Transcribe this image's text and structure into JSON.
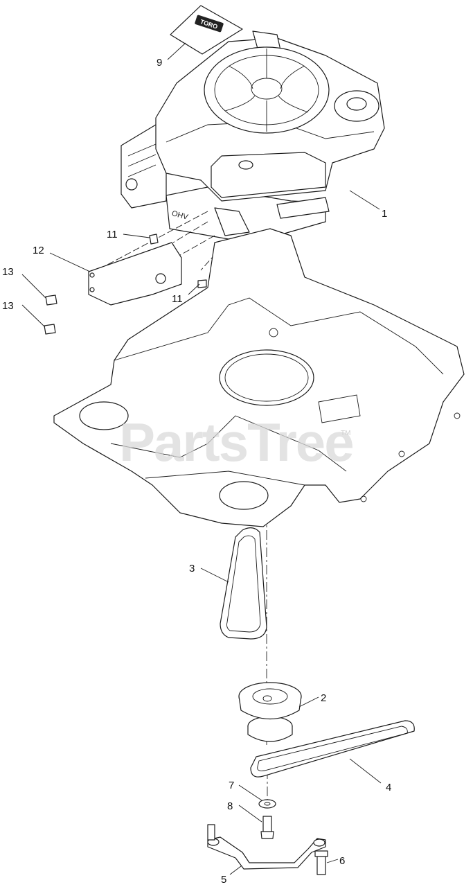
{
  "watermark": {
    "text": "PartsTree",
    "trademark": "TM"
  },
  "decal_logo_text": "TORO",
  "engine_label_text": "OHV",
  "callouts": [
    {
      "id": "callout-9",
      "text": "9"
    },
    {
      "id": "callout-1",
      "text": "1"
    },
    {
      "id": "callout-11a",
      "text": "11"
    },
    {
      "id": "callout-12",
      "text": "12"
    },
    {
      "id": "callout-13a",
      "text": "13"
    },
    {
      "id": "callout-11b",
      "text": "11"
    },
    {
      "id": "callout-13b",
      "text": "13"
    },
    {
      "id": "callout-3",
      "text": "3"
    },
    {
      "id": "callout-2",
      "text": "2"
    },
    {
      "id": "callout-4",
      "text": "4"
    },
    {
      "id": "callout-7",
      "text": "7"
    },
    {
      "id": "callout-8",
      "text": "8"
    },
    {
      "id": "callout-6",
      "text": "6"
    },
    {
      "id": "callout-5",
      "text": "5"
    }
  ]
}
